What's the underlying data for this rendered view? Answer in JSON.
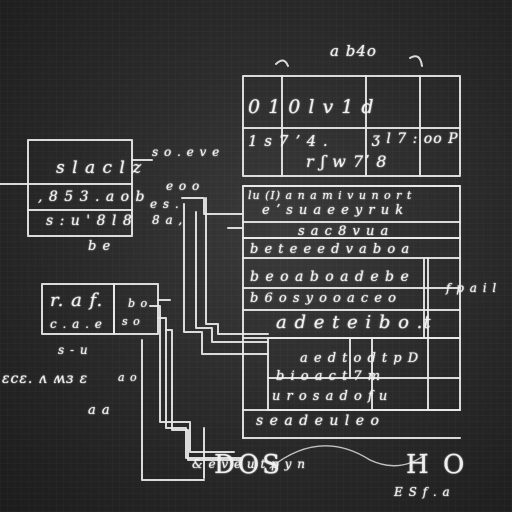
{
  "scribbles": {
    "top_label": "a b4o",
    "right_row1": "0 1 0 l v 1 d",
    "right_row2a": "1 s  7 ʼ 4 .",
    "right_row2b": "ʒ l  7 : oo P",
    "right_row2c": "r ʃ w   7ʼ 8",
    "right_row3a": "lu (I) a n a m i v u   n o r t",
    "right_row3b": "e ʼ s u a e e   y r u k",
    "right_row4": "s a   c 8   v u a",
    "right_row5": "b e t e   e e d v   a   b o a",
    "right_row6": "b e o a   b o a d e   b e",
    "right_row7": "b 6 o s   y o o a c e   o",
    "right_row8": "a d e t e i b o .t",
    "right_row9": "a e d t   o d t p   D",
    "right_row10": "b i o a c t 7 m",
    "right_row11": "u r o s a d o f u",
    "right_row12": "s e a d e u l   e o",
    "left_row1": "s l a c l z",
    "left_row2": ", 8 5 3 . a o b",
    "left_row3": "s : u ' 8 l 8",
    "left_mid1": "s o .  e v e",
    "left_mid2": "e o o",
    "left_side1": "e s .",
    "left_side2": "8 a ,",
    "left_below": "b e",
    "left_box2a": "r. a f.",
    "left_box2b": "c . a . e",
    "left_box2c": "b o",
    "left_box2d": "s o",
    "left_far": "s - u",
    "far_left": "ɛcɛ. ʌ ʍɜ ɛ",
    "mid_small1": "a o",
    "mid_small2": "a a",
    "right_edge": "f p a i l",
    "bottom_left": "& e v e u t p y n",
    "bottom_big": "DOS",
    "bottom_right": "H O",
    "bottom_far_right": "E S  f . a"
  }
}
